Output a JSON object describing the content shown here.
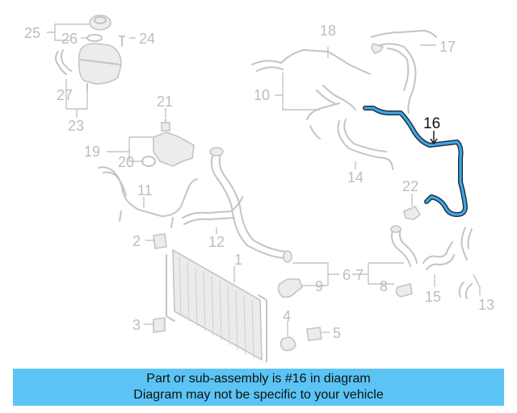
{
  "diagram": {
    "highlight_color": "#3da7e6",
    "callouts": {
      "c1": "1",
      "c2": "2",
      "c3": "3",
      "c4": "4",
      "c5": "5",
      "c6": "6",
      "c7": "7",
      "c8": "8",
      "c9": "9",
      "c10": "10",
      "c11": "11",
      "c12": "12",
      "c13": "13",
      "c14": "14",
      "c15": "15",
      "c16": "16",
      "c17": "17",
      "c18": "18",
      "c19": "19",
      "c20": "20",
      "c21": "21",
      "c22": "22",
      "c23": "23",
      "c24": "24",
      "c25": "25",
      "c26": "26",
      "c27": "27"
    }
  },
  "banner": {
    "line1": "Part or sub-assembly is #16 in diagram",
    "line2": "Diagram may not be specific to your vehicle",
    "color": "#5bc4f5"
  }
}
